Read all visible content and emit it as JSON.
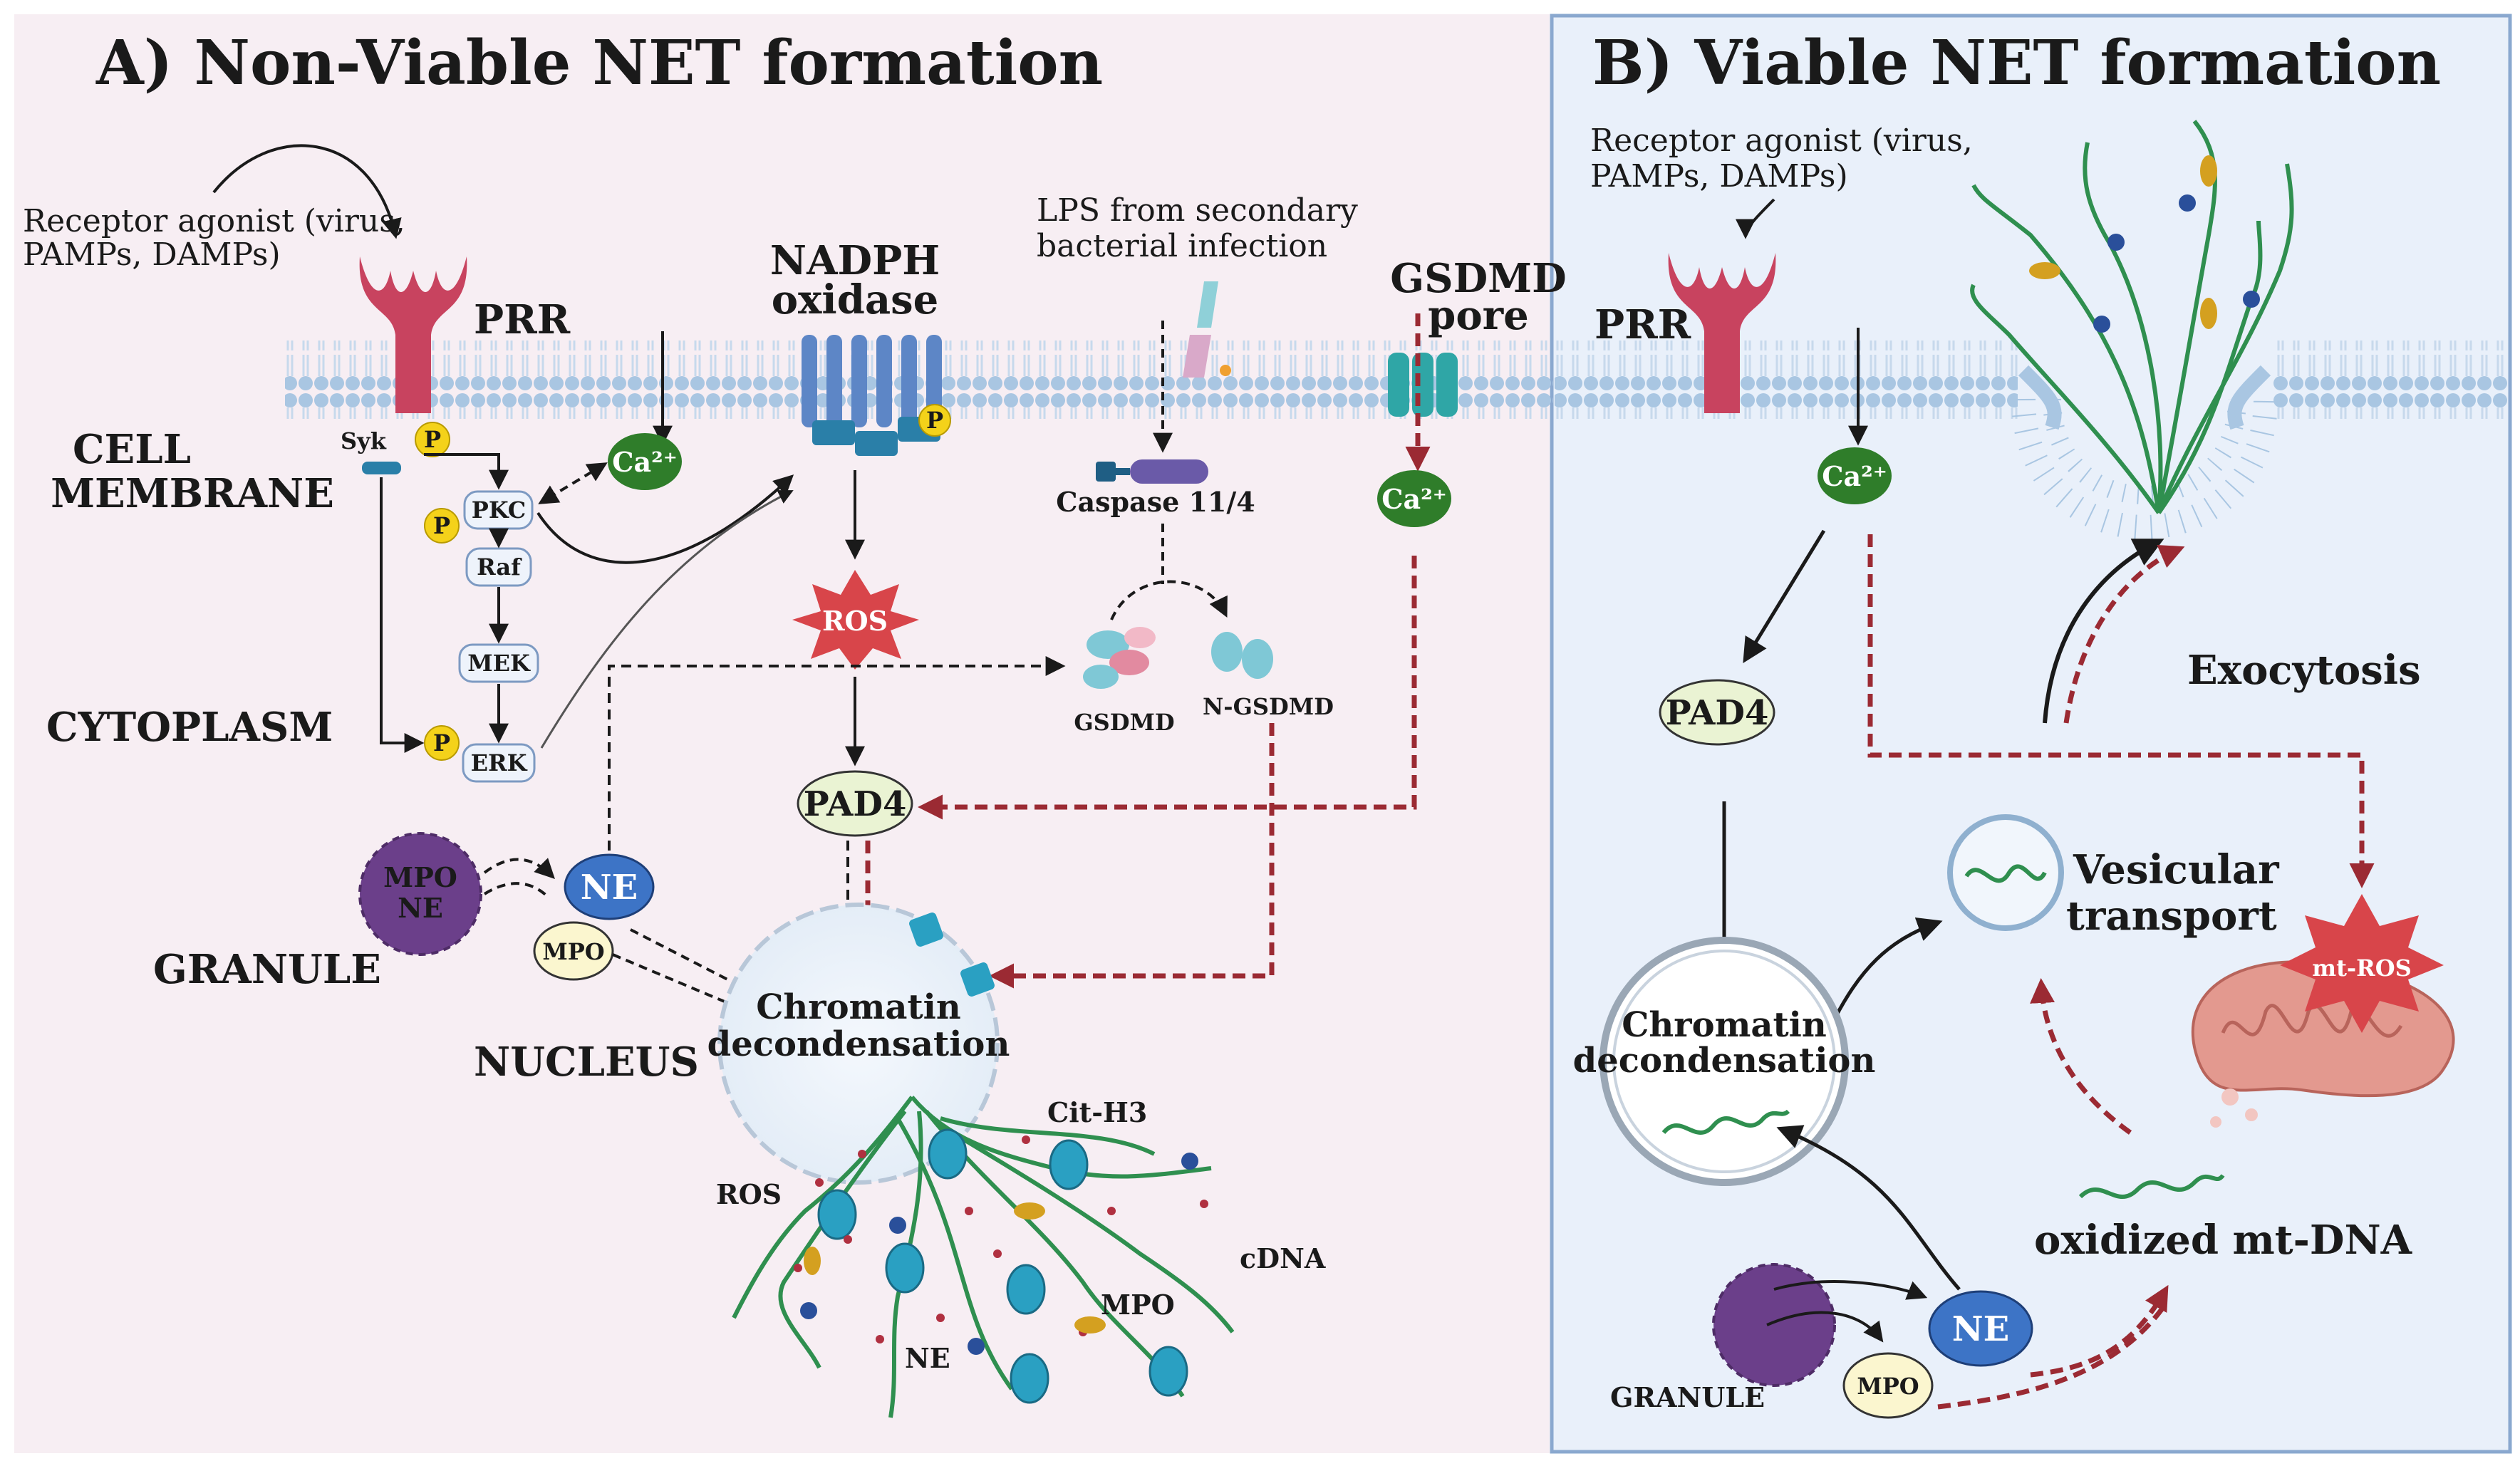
{
  "panels": {
    "a_title": "A) Non-Viable NET formation",
    "b_title": "B) Viable NET formation"
  },
  "panel_a": {
    "receptor_agonist_line1": "Receptor agonist (virus,",
    "receptor_agonist_line2": "PAMPs, DAMPs)",
    "prr": "PRR",
    "cell_membrane_line1": "CELL",
    "cell_membrane_line2": "MEMBRANE",
    "cytoplasm": "CYTOPLASM",
    "granule": "GRANULE",
    "nucleus": "NUCLEUS",
    "syk": "Syk",
    "p": "P",
    "pkc": "PKC",
    "raf": "Raf",
    "mek": "MEK",
    "erk": "ERK",
    "ca": "Ca²⁺",
    "nadph_line1": "NADPH",
    "nadph_line2": "oxidase",
    "ros": "ROS",
    "pad4": "PAD4",
    "lps_line1": "LPS from secondary",
    "lps_line2": "bacterial infection",
    "caspase": "Caspase 11/4",
    "gsdmd": "GSDMD",
    "n_gsdmd": "N-GSDMD",
    "gsdmd_pore_line1": "GSDMD",
    "gsdmd_pore_line2": "pore",
    "mpo_ne_line1": "MPO",
    "mpo_ne_line2": "NE",
    "ne": "NE",
    "mpo": "MPO",
    "chromatin_line1": "Chromatin",
    "chromatin_line2": "decondensation",
    "cit_h3": "Cit-H3",
    "ros_small": "ROS",
    "cdna": "cDNA",
    "mpo_label": "MPO",
    "ne_label": "NE"
  },
  "panel_b": {
    "receptor_agonist_line1": "Receptor agonist (virus,",
    "receptor_agonist_line2": "PAMPs, DAMPs)",
    "prr": "PRR",
    "ca": "Ca²⁺",
    "pad4": "PAD4",
    "exocytosis": "Exocytosis",
    "vesicular_line1": "Vesicular",
    "vesicular_line2": "transport",
    "mt_ros": "mt-ROS",
    "chromatin_line1": "Chromatin",
    "chromatin_line2": "decondensation",
    "oxidized": "oxidized mt-DNA",
    "granule": "GRANULE",
    "ne": "NE",
    "mpo": "MPO"
  },
  "colors": {
    "panel_a_bg": "#f7eef3",
    "panel_b_bg": "#e9f0fa",
    "panel_b_border": "#8aa8cf",
    "membrane": "#a9c6e2",
    "receptor": "#c8435f",
    "calcium": "#2f7d2a",
    "nadph": "#5d86c6",
    "ros_star": "#d8454a",
    "pad4_fill": "#eaf3d3",
    "granule": "#6b3f8a",
    "ne": "#3d74c6",
    "mpo_fill": "#fbf6cf",
    "red_arrow": "#9b2a33",
    "dna": "#2f8f4f",
    "nucleosome": "#2aa0c2",
    "gsdmd_pore": "#2fa6a6"
  },
  "icons": [
    "receptor-icon",
    "calcium-ion-icon",
    "nadph-oxidase-icon",
    "ros-burst-icon",
    "granule-icon",
    "nucleus-icon",
    "dna-strand-icon",
    "mitochondrion-icon",
    "vesicle-icon",
    "gsdmd-pore-icon",
    "lps-icon",
    "caspase-icon"
  ]
}
